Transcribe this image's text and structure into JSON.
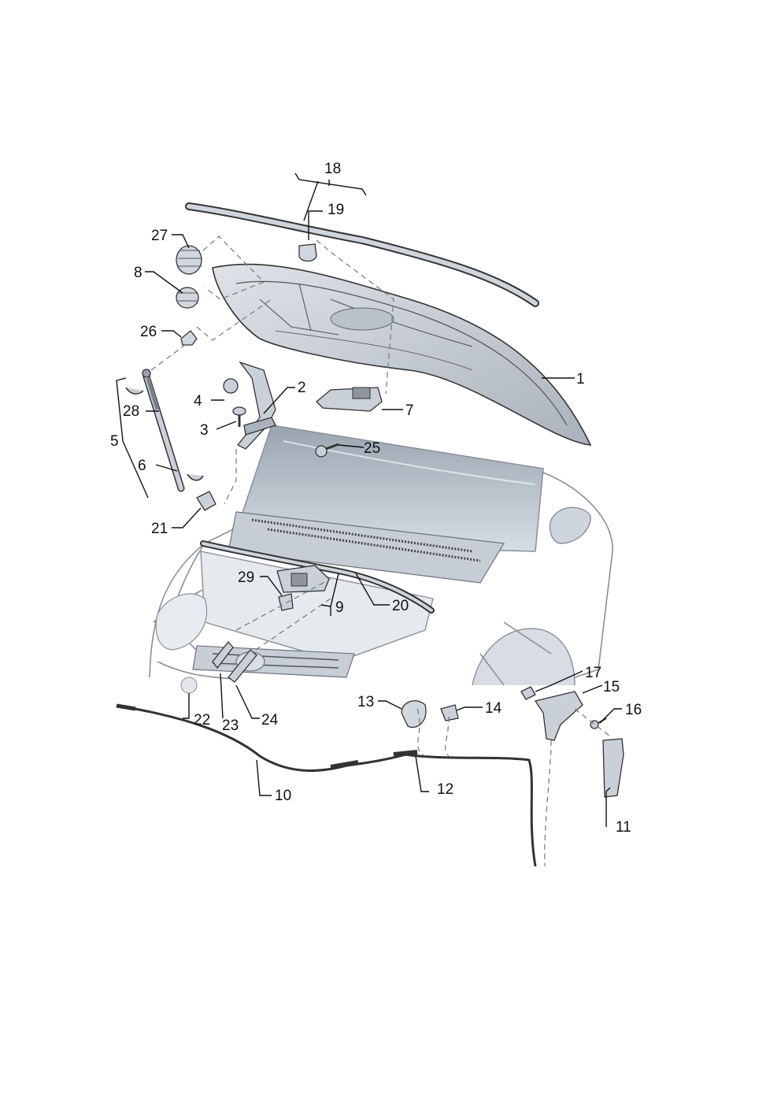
{
  "diagram": {
    "callouts": [
      "1",
      "2",
      "3",
      "4",
      "5",
      "6",
      "7",
      "8",
      "9",
      "10",
      "11",
      "12",
      "13",
      "14",
      "15",
      "16",
      "17",
      "18",
      "19",
      "20",
      "21",
      "22",
      "23",
      "24",
      "25",
      "26",
      "27",
      "28",
      "29"
    ]
  },
  "colors": {
    "part_fill": "#c9d0d8",
    "part_dark": "#6d747c",
    "glass": "#b7c0cb",
    "car_line": "#8a8f96",
    "text": "#111111"
  }
}
